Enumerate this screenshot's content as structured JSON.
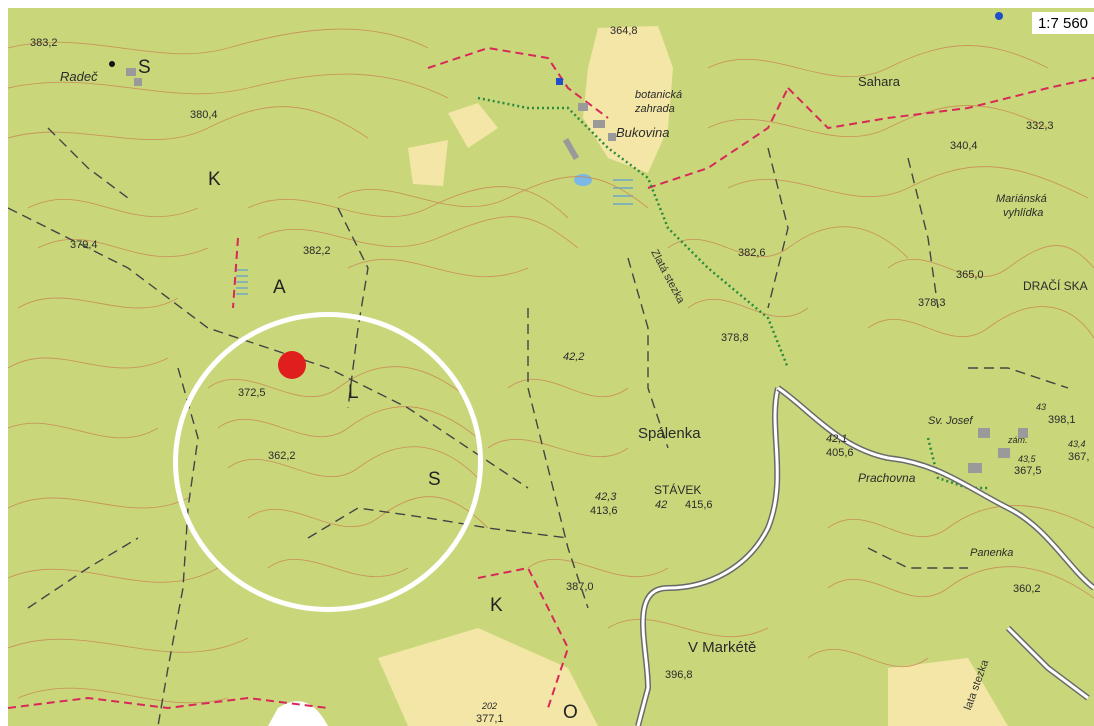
{
  "map": {
    "scale": "1:7 560",
    "colors": {
      "forest": "#c9d77a",
      "meadow": "#f3e6a6",
      "contour": "#c98a55",
      "boundary": "#d8285a",
      "road": "#6a6a6a",
      "trail_green": "#2b8a3e",
      "water": "#7ab8e6",
      "marker": "#e01e1e",
      "ring": "#ffffff"
    },
    "regions": {
      "range_letters": [
        "S",
        "K",
        "A",
        "L",
        "S",
        "K",
        "O"
      ]
    },
    "places": {
      "radec": "Radeč",
      "sahara": "Sahara",
      "botanicka": "botanická",
      "zahrada": "zahrada",
      "bukovina": "Bukovina",
      "marianska": "Mariánská",
      "vyhlidka": "vyhlídka",
      "draci_skaly": "DRAČÍ SKA",
      "spalenka": "Spálenka",
      "stavek": "STÁVEK",
      "sv_josef": "Sv. Josef",
      "zam": "zám.",
      "prachovna": "Prachovna",
      "panenka": "Panenka",
      "v_markete": "V Markétě",
      "zlata_stezka": "Zlatá stezka",
      "zlata_stezka_2": "lata stezka"
    },
    "spot_heights": {
      "h3832": "383,2",
      "h3804": "380,4",
      "h3648": "364,8",
      "h3323": "332,3",
      "h3404": "340,4",
      "h3794": "379,4",
      "h3822": "382,2",
      "h3826": "382,6",
      "h3650": "365,0",
      "h3783": "378,3",
      "h3788": "378,8",
      "h422": "42,2",
      "h3725": "372,5",
      "h3622": "362,2",
      "h421": "42,1",
      "h4056": "405,6",
      "h43": "43",
      "h3981": "398,1",
      "h434": "43,4",
      "h367": "367,",
      "h435": "43,5",
      "h3675": "367,5",
      "h423": "42,3",
      "h4136": "413,6",
      "h42b": "42",
      "h4156": "415,6",
      "h3870": "387,0",
      "h3602": "360,2",
      "h3968": "396,8",
      "h202": "202",
      "h3771": "377,1"
    }
  }
}
